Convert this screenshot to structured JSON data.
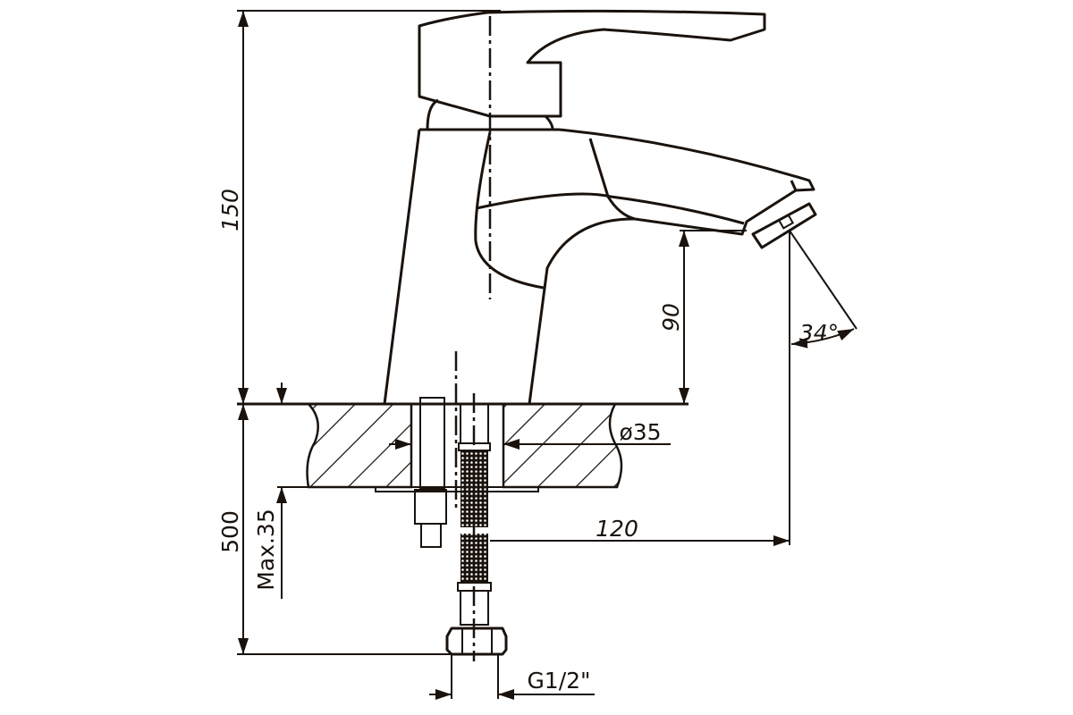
{
  "drawing": {
    "title": "Basin mixer technical drawing",
    "dimensions": {
      "total_height": "150",
      "spout_height": "90",
      "spout_reach": "120",
      "spray_angle": "34°",
      "hole_diameter": "ø35",
      "hose_length": "500",
      "max_counter_thickness": "Max.35",
      "thread": "G1/2\""
    }
  }
}
